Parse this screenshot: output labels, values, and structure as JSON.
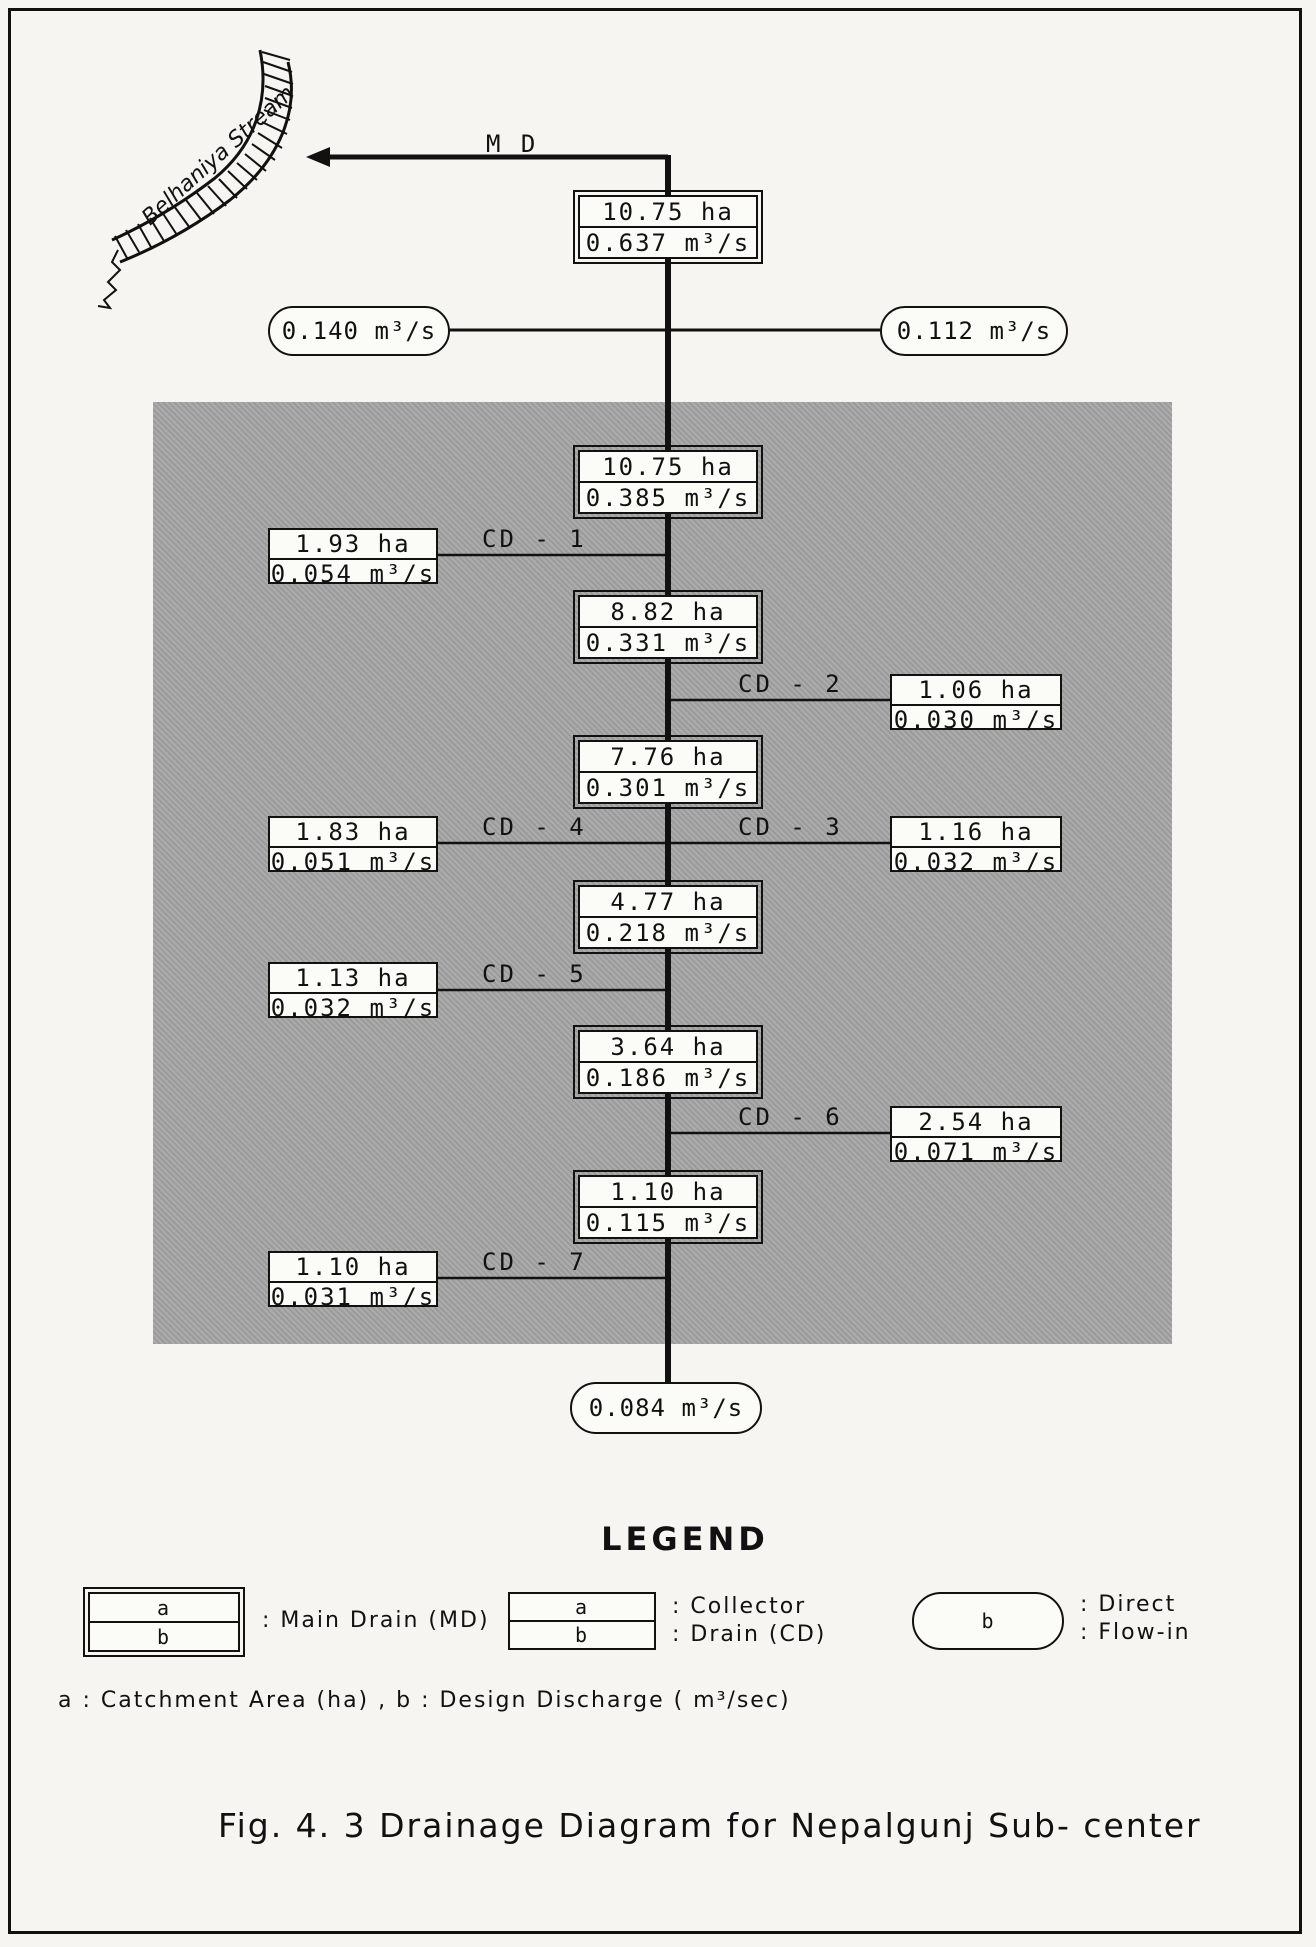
{
  "stream": {
    "name": "Belhaniya Stream"
  },
  "main_drain_label": "M D",
  "main_boxes": [
    {
      "area": "10.75 ha",
      "discharge": "0.637 m³/s"
    },
    {
      "area": "10.75 ha",
      "discharge": "0.385 m³/s"
    },
    {
      "area": "8.82 ha",
      "discharge": "0.331 m³/s"
    },
    {
      "area": "7.76 ha",
      "discharge": "0.301 m³/s"
    },
    {
      "area": "4.77 ha",
      "discharge": "0.218 m³/s"
    },
    {
      "area": "3.64 ha",
      "discharge": "0.186 m³/s"
    },
    {
      "area": "1.10 ha",
      "discharge": "0.115 m³/s"
    }
  ],
  "direct_flows": [
    {
      "value": "0.140 m³/s"
    },
    {
      "value": "0.112 m³/s"
    },
    {
      "value": "0.084 m³/s"
    }
  ],
  "collectors": [
    {
      "label": "CD - 1",
      "area": "1.93 ha",
      "discharge": "0.054 m³/s"
    },
    {
      "label": "CD - 2",
      "area": "1.06 ha",
      "discharge": "0.030 m³/s"
    },
    {
      "label": "CD - 3",
      "area": "1.16 ha",
      "discharge": "0.032 m³/s"
    },
    {
      "label": "CD - 4",
      "area": "1.83 ha",
      "discharge": "0.051 m³/s"
    },
    {
      "label": "CD - 5",
      "area": "1.13 ha",
      "discharge": "0.032 m³/s"
    },
    {
      "label": "CD - 6",
      "area": "2.54 ha",
      "discharge": "0.071 m³/s"
    },
    {
      "label": "CD - 7",
      "area": "1.10 ha",
      "discharge": "0.031 m³/s"
    }
  ],
  "legend": {
    "title": "LEGEND",
    "key_a": "a",
    "key_b": "b",
    "main_drain": ": Main Drain (MD)",
    "collector_line1": ": Collector",
    "collector_line2": ": Drain (CD)",
    "direct_line1": ": Direct",
    "direct_line2": ": Flow-in",
    "notes": "a : Catchment Area (ha) ,   b : Design Discharge ( m³/sec)"
  },
  "caption": "Fig. 4. 3   Drainage Diagram for Nepalgunj Sub- center"
}
